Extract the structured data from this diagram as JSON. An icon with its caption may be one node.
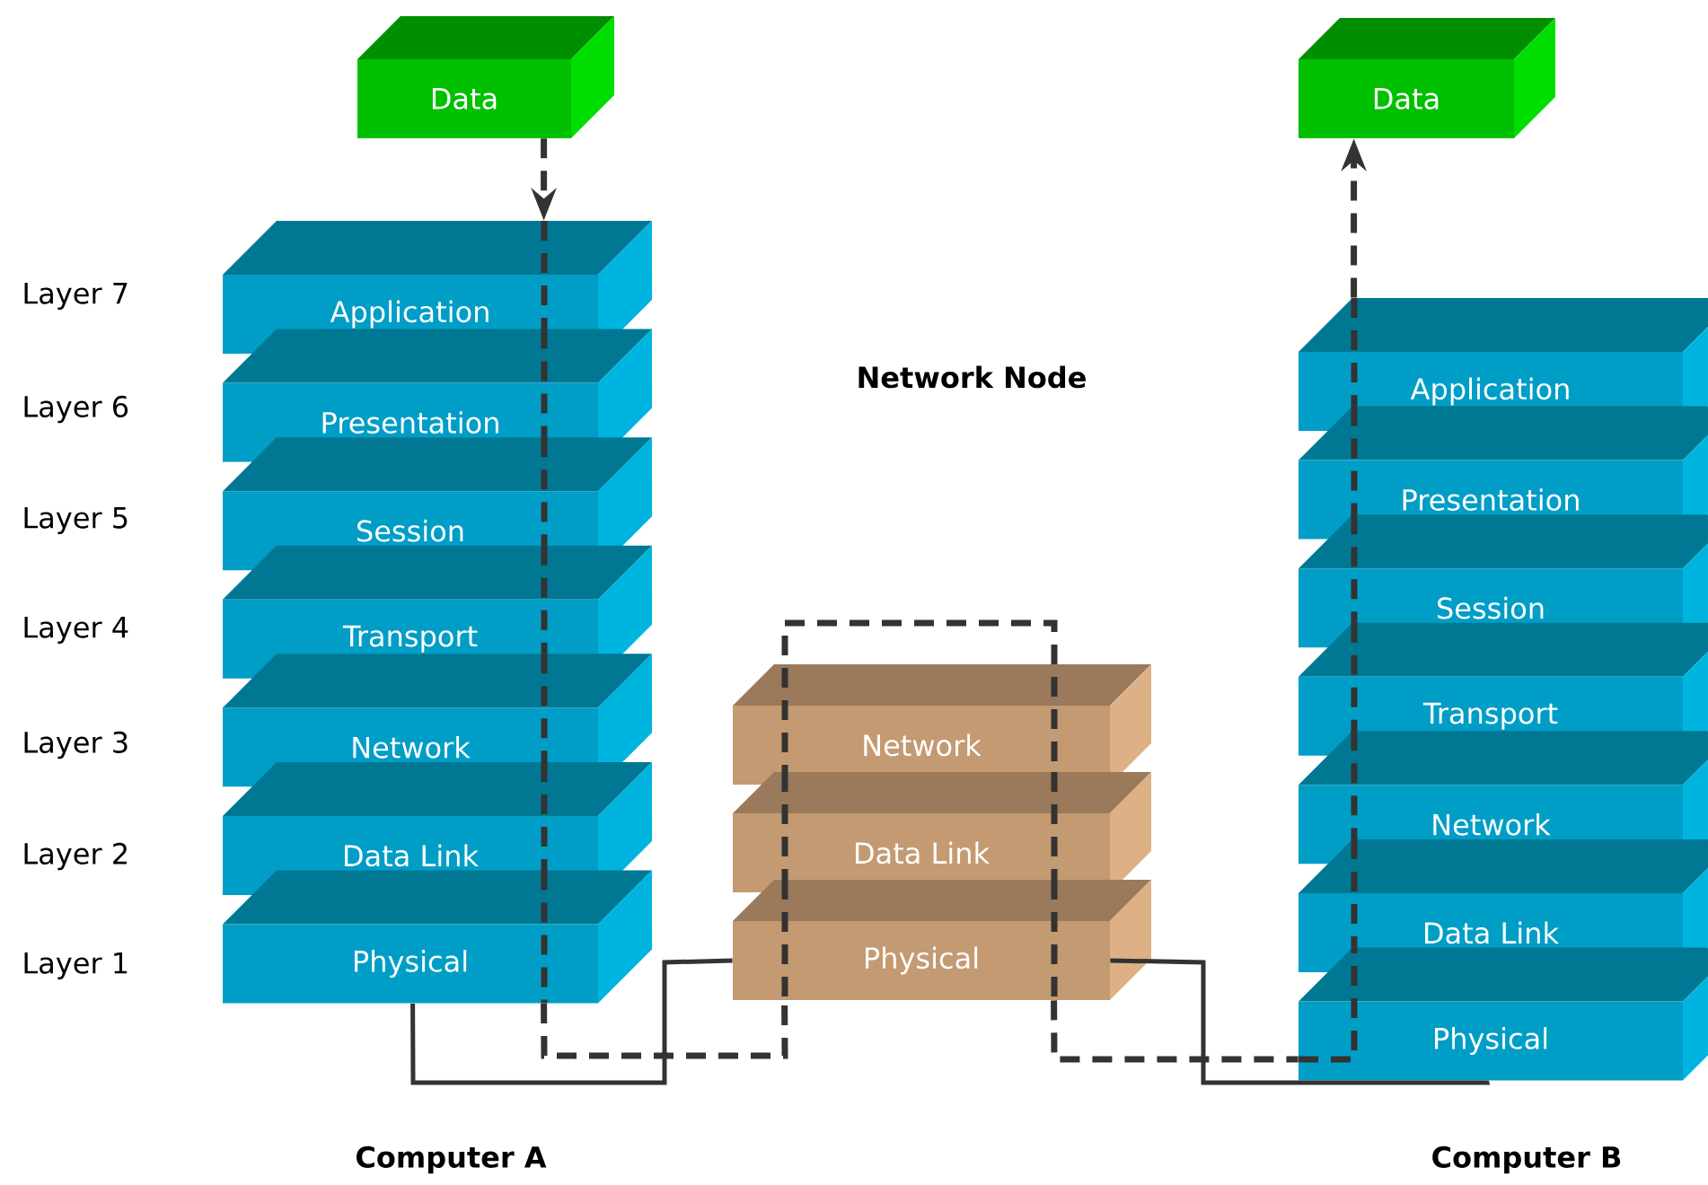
{
  "diagram": {
    "nodes": [
      {
        "text": [
          "Data"
        ]
      },
      {
        "text": [
          "Application"
        ]
      },
      {
        "text": [
          "Presentation"
        ]
      },
      {
        "text": [
          "Session"
        ]
      },
      {
        "text": [
          "Transport"
        ]
      },
      {
        "text": [
          "Network"
        ]
      },
      {
        "text": [
          "Data Link"
        ]
      },
      {
        "text": [
          "Physical"
        ]
      },
      {
        "text": [
          "Network"
        ]
      },
      {
        "text": [
          "Data Link"
        ]
      },
      {
        "text": [
          "Physical"
        ]
      },
      {
        "text": [
          "Application"
        ]
      },
      {
        "text": [
          "Presentation"
        ]
      },
      {
        "text": [
          "Session"
        ]
      },
      {
        "text": [
          "Transport"
        ]
      },
      {
        "text": [
          "Network"
        ]
      },
      {
        "text": [
          "Data Link"
        ]
      },
      {
        "text": [
          "Physical"
        ]
      },
      {
        "text": [
          "Data"
        ]
      }
    ],
    "edges": [
      {
        "from": 0,
        "to": 1,
        "arrow": "to",
        "style": "dashed"
      },
      {
        "from": 7,
        "to": 10,
        "arrow": "none"
      },
      {
        "from": 10,
        "to": 17,
        "arrow": "none"
      },
      {
        "from": 7,
        "to": 10,
        "arrow": "none",
        "style": "dashed"
      },
      {
        "from": 10,
        "to": 17,
        "arrow": "none",
        "style": "dashed"
      },
      {
        "from": 11,
        "to": 18,
        "arrow": "to",
        "style": "dashed"
      }
    ],
    "labels": [
      "Layer 7",
      "Layer 6",
      "Layer 5",
      "Layer 4",
      "Layer 3",
      "Layer 2",
      "Layer 1",
      "Network Node",
      "Computer A",
      "Computer B"
    ]
  }
}
